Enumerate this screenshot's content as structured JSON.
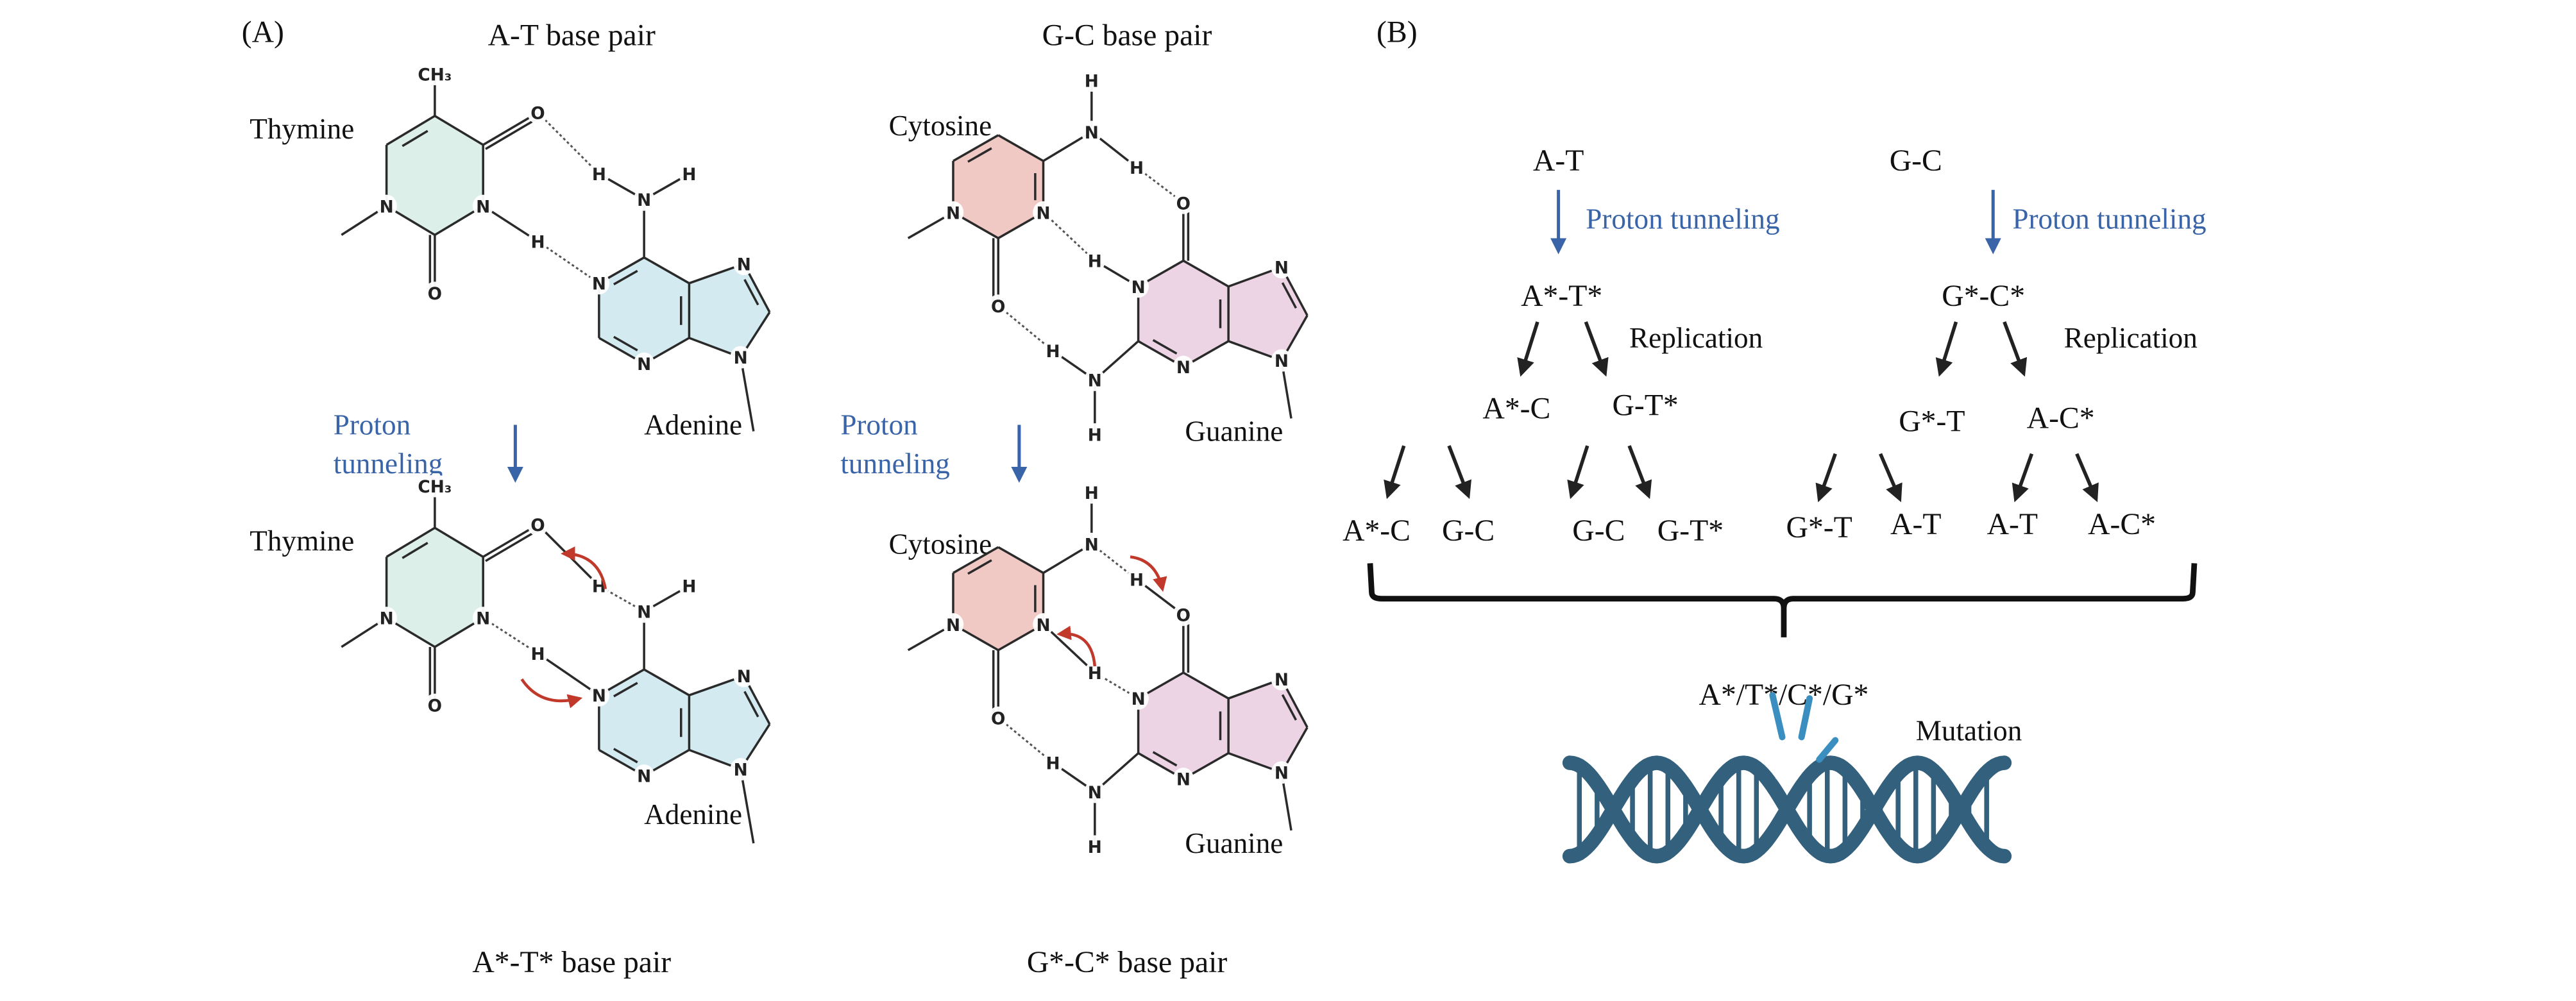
{
  "panel_a": {
    "label": "(A)",
    "at_title": "A-T base pair",
    "gc_title": "G-C base pair",
    "at_star_title": "A*-T* base pair",
    "gc_star_title": "G*-C* base pair",
    "thymine": "Thymine",
    "adenine": "Adenine",
    "cytosine": "Cytosine",
    "guanine": "Guanine",
    "tunneling_line1": "Proton",
    "tunneling_line2": "tunneling"
  },
  "atoms": {
    "N": "N",
    "H": "H",
    "O": "O",
    "CH3": "CH₃"
  },
  "panel_b": {
    "label": "(B)",
    "start": [
      "A-T",
      "G-C"
    ],
    "tunneling": "Proton tunneling",
    "tautomers": [
      "A*-T*",
      "G*-C*"
    ],
    "replication": "Replication",
    "first_gen": [
      "A*-C",
      "G-T*",
      "G*-T",
      "A-C*"
    ],
    "second_gen": [
      "A*-C",
      "G-C",
      "G-C",
      "G-T*",
      "G*-T",
      "A-T",
      "A-T",
      "A-C*"
    ],
    "result": "A*/T*/C*/G*",
    "mutation": "Mutation"
  },
  "colors": {
    "thymine_fill": "#dcefe9",
    "adenine_fill": "#d3eaf0",
    "cytosine_fill": "#f0c8c4",
    "guanine_fill": "#ecd4e5",
    "tunneling_blue": "#3a64a8",
    "proton_arrow_red": "#c0392b",
    "dna": "#33607c",
    "spark": "#3a8fc0"
  }
}
